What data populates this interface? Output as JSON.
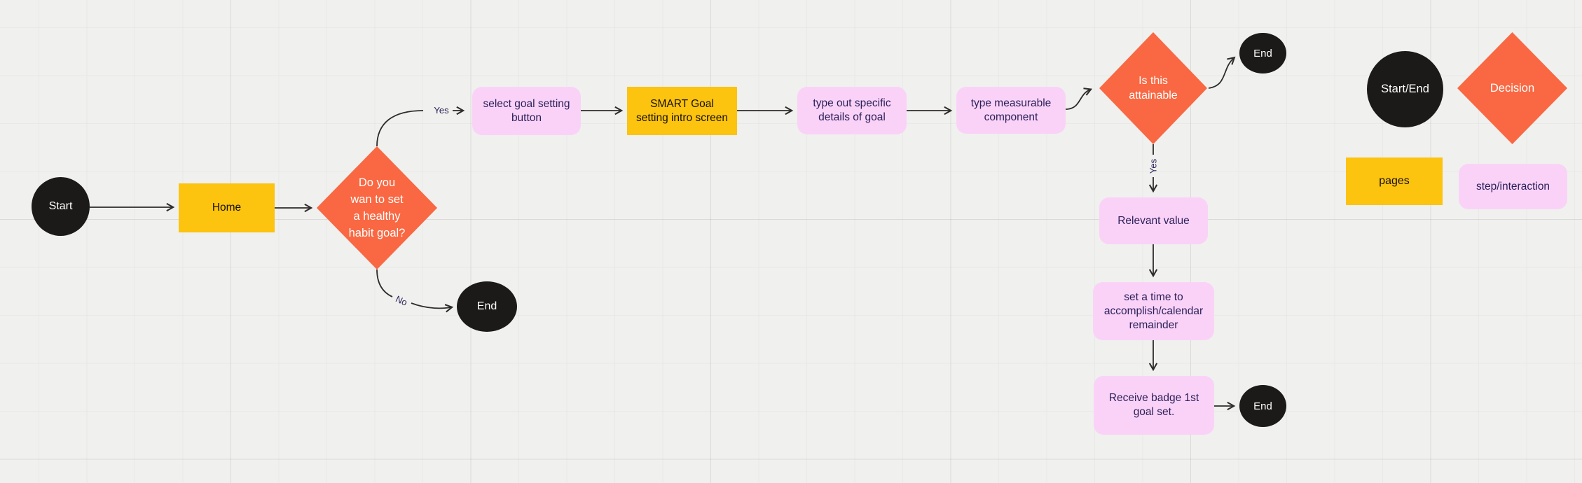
{
  "colors": {
    "background": "#f0f0ee",
    "start_end_fill": "#1c1a18",
    "decision_fill": "#f96842",
    "pages_fill": "#fcc30f",
    "step_fill": "#fad2f8",
    "step_text": "#2b2159",
    "connector_line": "#2e2c2a"
  },
  "flow": {
    "start": "Start",
    "home": "Home",
    "decision_goal": "Do you\nwan to set\na healthy\nhabit goal?",
    "yes_top_label": "Yes",
    "no_label": "No",
    "end_no_branch": "End",
    "select_goal": "select goal setting\nbutton",
    "smart_intro": "SMART Goal\nsetting intro screen",
    "type_details": "type out specific\ndetails of goal",
    "type_measurable": "type measurable\ncomponent",
    "decision_attainable": "Is this\nattainable",
    "end_top": "End",
    "yes_vertical_label": "Yes",
    "relevant_value": "Relevant value",
    "set_time": "set a time to\naccomplish/calendar\nremainder",
    "receive_badge": "Receive badge 1st\ngoal set.",
    "end_bottom": "End"
  },
  "legend": {
    "start_end": "Start/End",
    "decision": "Decision",
    "pages": "pages",
    "step_interaction": "step/interaction"
  }
}
